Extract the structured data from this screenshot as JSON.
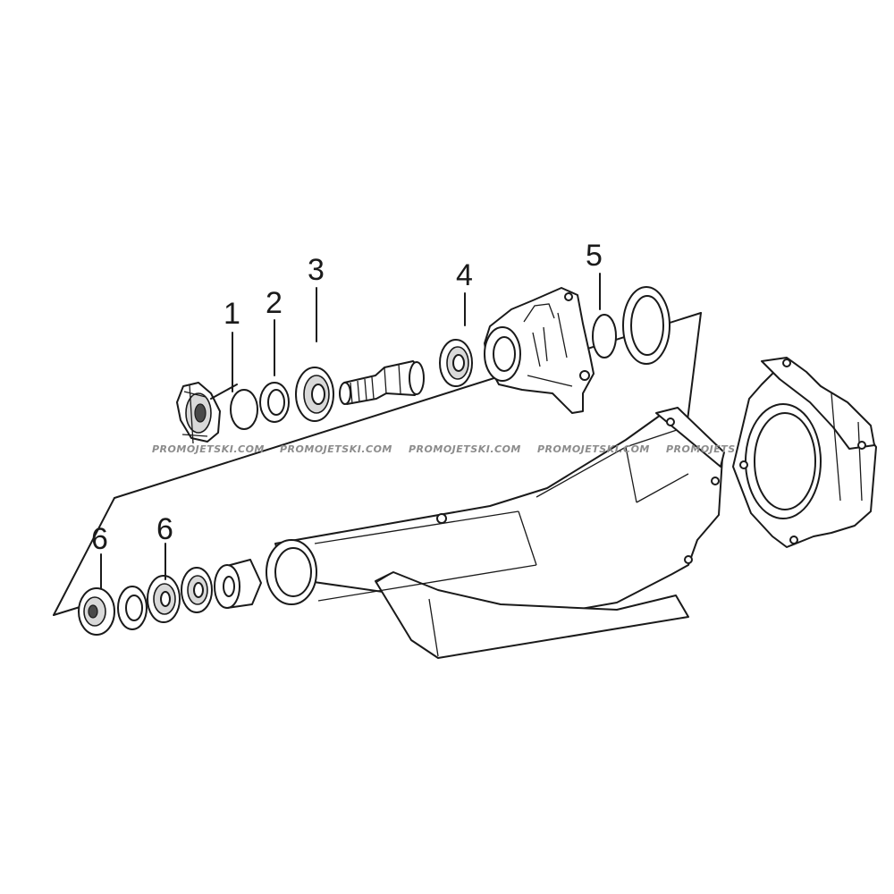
{
  "diagram": {
    "callouts": [
      {
        "id": "1",
        "label": "1"
      },
      {
        "id": "2",
        "label": "2"
      },
      {
        "id": "3",
        "label": "3"
      },
      {
        "id": "4",
        "label": "4"
      },
      {
        "id": "5",
        "label": "5"
      },
      {
        "id": "6a",
        "label": "6"
      },
      {
        "id": "6b",
        "label": "6"
      }
    ],
    "watermark": "PROMOJETSKI.COM",
    "watermark_partial": "PROMOJETS"
  }
}
